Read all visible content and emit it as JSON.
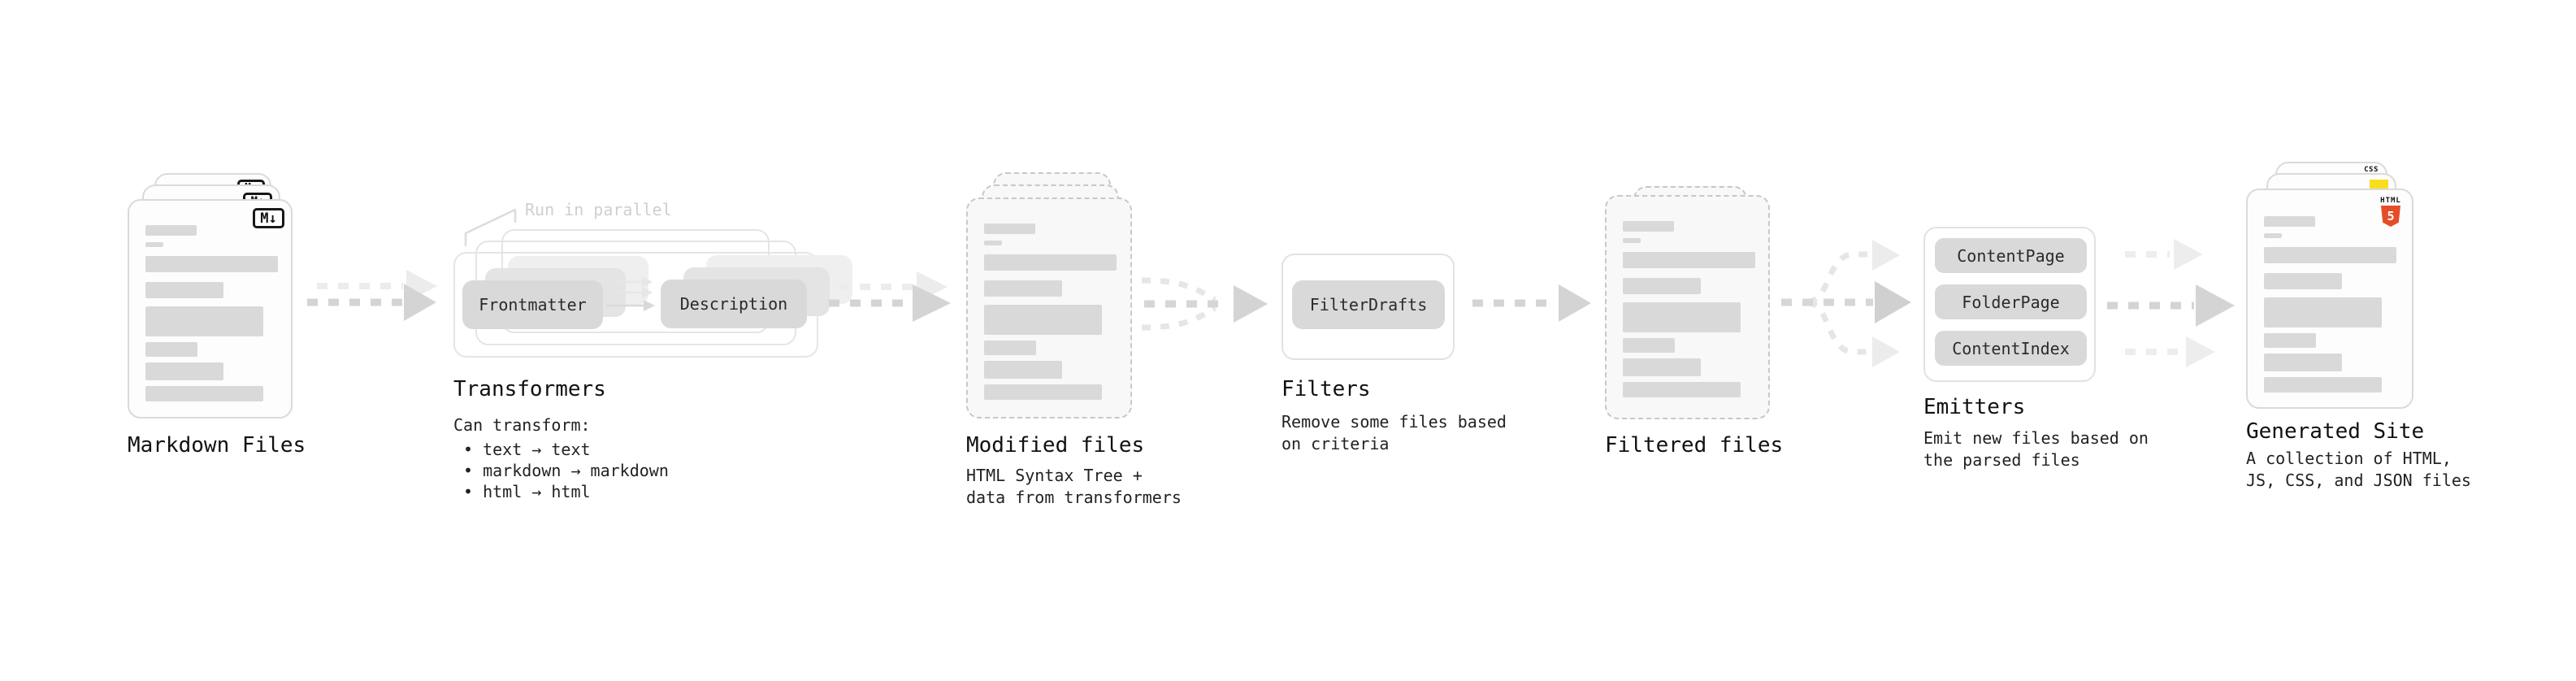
{
  "markdown_files": {
    "label": "Markdown Files"
  },
  "transformers": {
    "label": "Transformers",
    "note": "Run in parallel",
    "button_a": "Frontmatter",
    "button_b": "Description",
    "desc_heading": "Can transform:",
    "bullet_1": "• text → text",
    "bullet_2": "• markdown → markdown",
    "bullet_3": "• html → html"
  },
  "modified_files": {
    "label": "Modified files",
    "subtitle": "HTML Syntax Tree +\ndata from transformers"
  },
  "filters": {
    "label": "Filters",
    "button": "FilterDrafts",
    "subtitle": "Remove some files based\non criteria"
  },
  "filtered_files": {
    "label": "Filtered files"
  },
  "emitters": {
    "label": "Emitters",
    "button_1": "ContentPage",
    "button_2": "FolderPage",
    "button_3": "ContentIndex",
    "subtitle": "Emit new files based on\nthe parsed files"
  },
  "generated_site": {
    "label": "Generated Site",
    "subtitle": "A collection of HTML,\nJS, CSS, and JSON files"
  },
  "icons": {
    "markdown_badge": "M↓",
    "html5_caption": "HTML",
    "html5_glyph": "5",
    "css_badge": "CSS"
  },
  "colors": {
    "html5_orange": "#e44d26",
    "js_yellow": "#f7df1e",
    "css_blue": "#2b63f6",
    "bar_gray": "#d9d9d9",
    "arrow_gray": "#d3d3d3",
    "arrow_faint": "#ebebeb"
  }
}
